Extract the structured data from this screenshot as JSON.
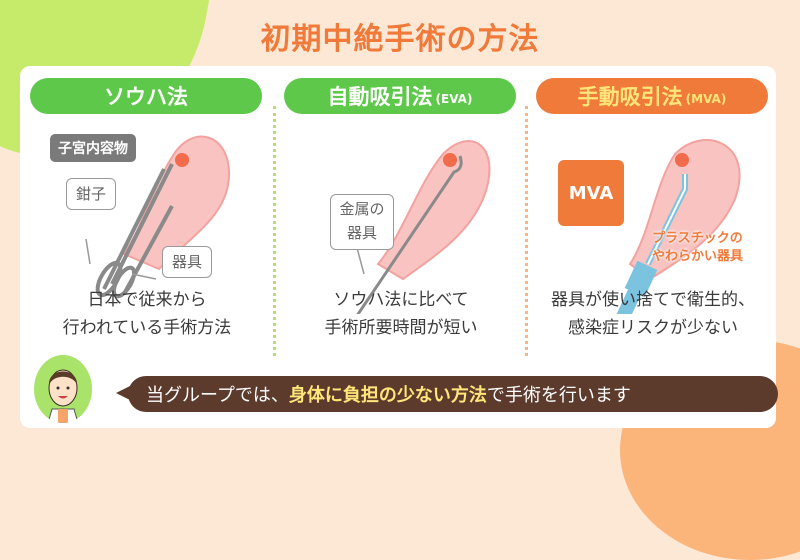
{
  "title": "初期中絶手術の方法",
  "colors": {
    "title": "#f07a3a",
    "green": "#5dc84a",
    "orange": "#f07a3a",
    "uterus": "#f8c3c0",
    "content_dot": "#f07a3a",
    "speech_bg": "#5c3a2c",
    "highlight": "#ffe57a"
  },
  "methods": [
    {
      "name": "ソウハ法",
      "suffix": "",
      "labels": {
        "contents": "子宮内容物",
        "forceps": "鉗子",
        "instrument": "器具"
      },
      "description": [
        "日本で従来から",
        "行われている手術方法"
      ]
    },
    {
      "name": "自動吸引法",
      "suffix": "(EVA)",
      "labels": {
        "instrument": [
          "金属の",
          "器具"
        ]
      },
      "description": [
        "ソウハ法に比べて",
        "手術所要時間が短い"
      ]
    },
    {
      "name": "手動吸引法",
      "suffix": "(MVA)",
      "labels": {
        "box": "MVA",
        "plastic": [
          "プラスチックの",
          "やわらかい器具"
        ]
      },
      "description": [
        "器具が使い捨てで衛生的、",
        "感染症リスクが少ない"
      ]
    }
  ],
  "footer": {
    "before": "当グループでは、",
    "highlight": "身体に負担の少ない方法",
    "after": "で手術を行います",
    "avatar_icon": "doctor-avatar-icon"
  }
}
